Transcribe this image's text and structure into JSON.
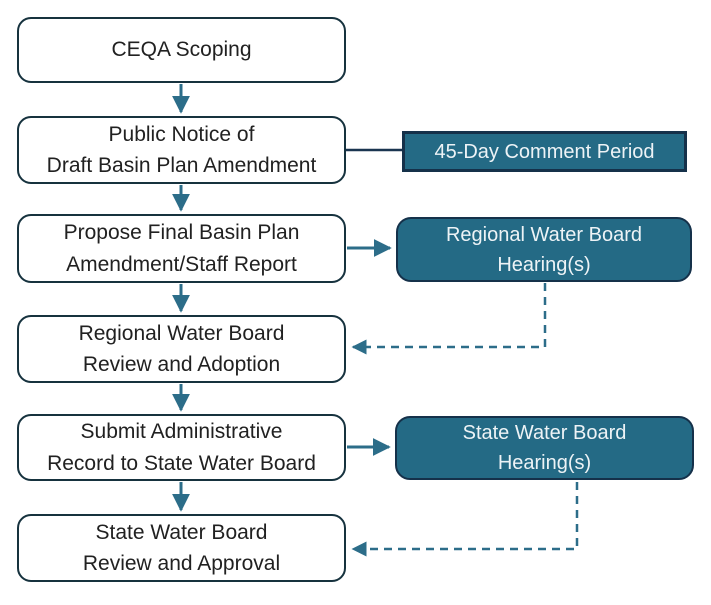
{
  "colors": {
    "main_box_border": "#16323E",
    "main_box_fill": "#FFFFFF",
    "main_text": "#212121",
    "dark_box_fill": "#246A85",
    "dark_box_border": "#15314A",
    "light_text": "#EDF3F6",
    "arrow": "#2C6D89",
    "connector_line": "#1A3550"
  },
  "flow": {
    "main_steps": [
      {
        "id": "ceqa-scoping",
        "label": "CEQA Scoping"
      },
      {
        "id": "public-notice",
        "label": "Public Notice of\nDraft Basin Plan Amendment"
      },
      {
        "id": "propose-final",
        "label": "Propose Final Basin Plan\nAmendment/Staff Report"
      },
      {
        "id": "regional-review",
        "label": "Regional Water Board\nReview and Adoption"
      },
      {
        "id": "submit-record",
        "label": "Submit Administrative\nRecord to State Water Board"
      },
      {
        "id": "state-review",
        "label": "State Water Board\nReview and Approval"
      }
    ],
    "side_boxes": [
      {
        "id": "comment-period",
        "label": "45-Day Comment Period"
      },
      {
        "id": "regional-hearing",
        "label": "Regional Water Board\nHearing(s)"
      },
      {
        "id": "state-hearing",
        "label": "State Water Board\nHearing(s)"
      }
    ],
    "connections": [
      {
        "from": "ceqa-scoping",
        "to": "public-notice",
        "style": "solid-arrow"
      },
      {
        "from": "public-notice",
        "to": "comment-period",
        "style": "plain-line"
      },
      {
        "from": "public-notice",
        "to": "propose-final",
        "style": "solid-arrow"
      },
      {
        "from": "propose-final",
        "to": "regional-hearing",
        "style": "solid-arrow"
      },
      {
        "from": "propose-final",
        "to": "regional-review",
        "style": "solid-arrow"
      },
      {
        "from": "regional-hearing",
        "to": "regional-review",
        "style": "dashed-arrow"
      },
      {
        "from": "regional-review",
        "to": "submit-record",
        "style": "solid-arrow"
      },
      {
        "from": "submit-record",
        "to": "state-hearing",
        "style": "solid-arrow"
      },
      {
        "from": "submit-record",
        "to": "state-review",
        "style": "solid-arrow"
      },
      {
        "from": "state-hearing",
        "to": "state-review",
        "style": "dashed-arrow"
      }
    ]
  }
}
